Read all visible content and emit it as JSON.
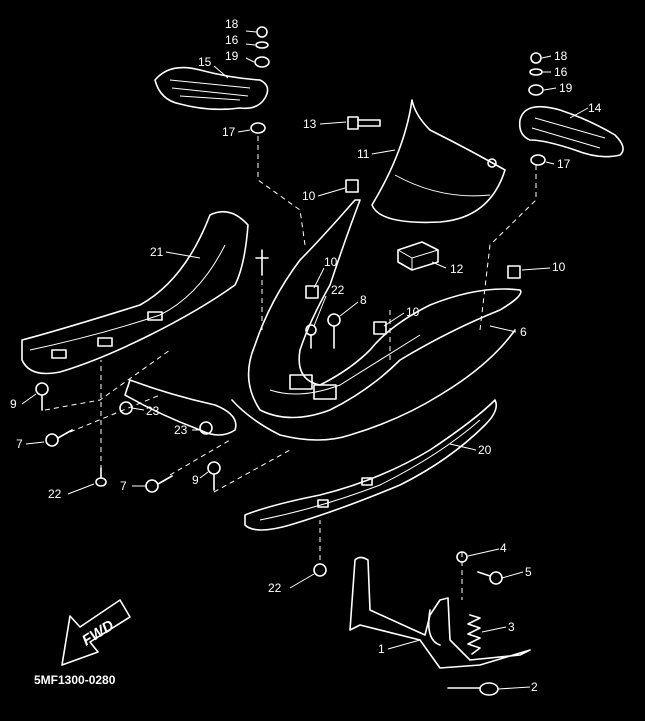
{
  "diagram": {
    "drawing_code": "5MF1300-0280",
    "fwd_label": "FWD",
    "part_numbers": [
      "18",
      "16",
      "19",
      "15",
      "17",
      "13",
      "11",
      "10",
      "21",
      "12",
      "10",
      "22",
      "8",
      "10",
      "6",
      "9",
      "7",
      "23",
      "23",
      "7",
      "9",
      "22",
      "20",
      "22",
      "4",
      "5",
      "3",
      "1",
      "2",
      "18",
      "16",
      "19",
      "14",
      "17",
      "10"
    ]
  },
  "colors": {
    "background": "#000000",
    "lines": "#ffffff"
  }
}
